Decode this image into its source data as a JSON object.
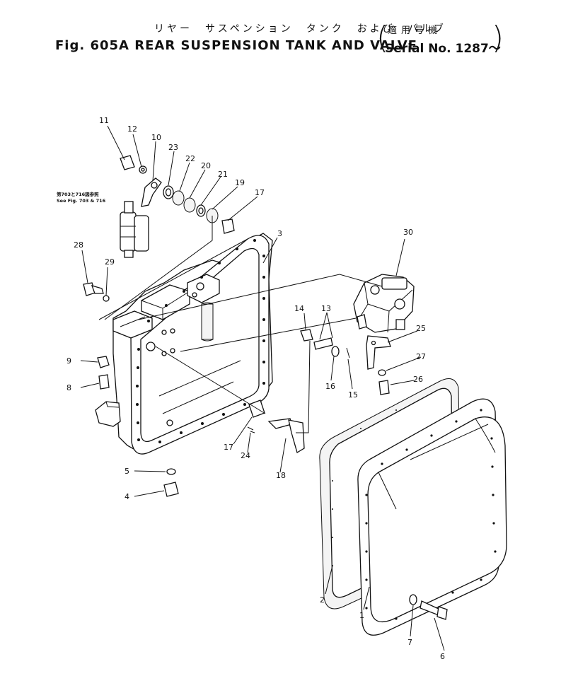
{
  "header": {
    "title_jp": "リヤー　サスペンション　タンク　および　バルブ",
    "title_en": "Fig. 605A REAR SUSPENSION TANK AND VALVE",
    "serial_jp": "適用号機",
    "serial_en": "Serial No. 1287～"
  },
  "reference_note": {
    "line_jp": "第703と716図参照",
    "line_en": "See Fig. 703 & 716"
  },
  "part_numbers": {
    "p1": "1",
    "p2": "2",
    "p3": "3",
    "p4": "4",
    "p5": "5",
    "p6": "6",
    "p7": "7",
    "p8": "8",
    "p9": "9",
    "p10": "10",
    "p11": "11",
    "p12": "12",
    "p13": "13",
    "p14": "14",
    "p15": "15",
    "p16": "16",
    "p17a": "17",
    "p17b": "17",
    "p18": "18",
    "p19": "19",
    "p20": "20",
    "p21": "21",
    "p22": "22",
    "p23": "23",
    "p24": "24",
    "p25": "25",
    "p26": "26",
    "p27": "27",
    "p28": "28",
    "p29": "29",
    "p30": "30"
  }
}
